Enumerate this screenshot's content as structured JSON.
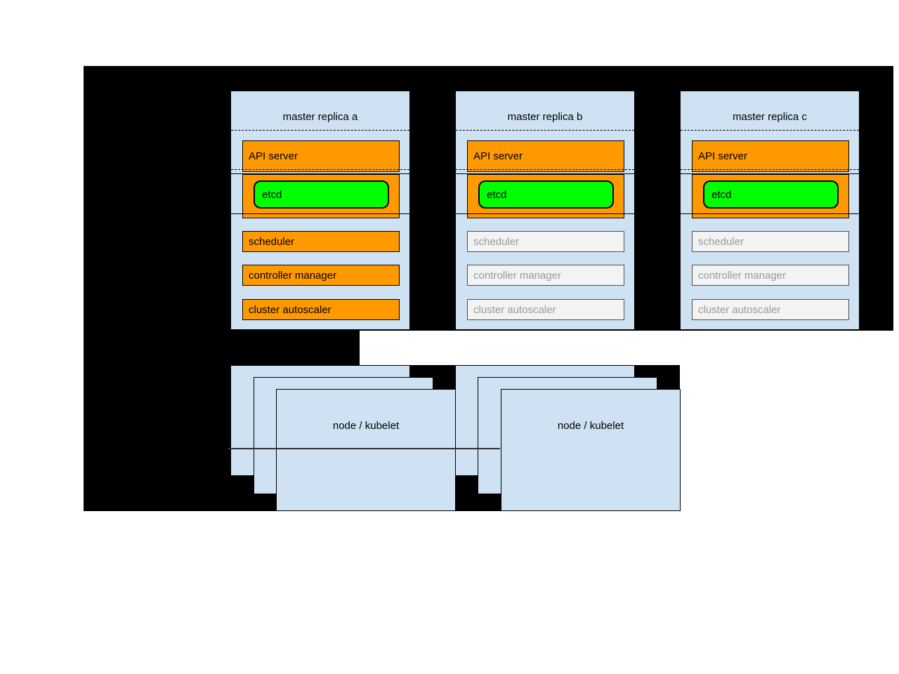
{
  "masters": [
    {
      "title": "master replica a",
      "components": [
        {
          "label": "API server",
          "state": "active"
        },
        {
          "label": "etcd",
          "state": "active"
        },
        {
          "label": "scheduler",
          "state": "active"
        },
        {
          "label": "controller manager",
          "state": "active"
        },
        {
          "label": "cluster autoscaler",
          "state": "active"
        }
      ]
    },
    {
      "title": "master replica b",
      "components": [
        {
          "label": "API server",
          "state": "active"
        },
        {
          "label": "etcd",
          "state": "active"
        },
        {
          "label": "scheduler",
          "state": "inactive"
        },
        {
          "label": "controller manager",
          "state": "inactive"
        },
        {
          "label": "cluster autoscaler",
          "state": "inactive"
        }
      ]
    },
    {
      "title": "master replica c",
      "components": [
        {
          "label": "API server",
          "state": "active"
        },
        {
          "label": "etcd",
          "state": "active"
        },
        {
          "label": "scheduler",
          "state": "inactive"
        },
        {
          "label": "controller manager",
          "state": "inactive"
        },
        {
          "label": "cluster autoscaler",
          "state": "inactive"
        }
      ]
    }
  ],
  "node_stacks": [
    {
      "label": "node / kubelet"
    },
    {
      "label": "node / kubelet"
    }
  ],
  "colors": {
    "canvas": "#000000",
    "container_fill": "#cfe2f3",
    "active_fill": "#ff9900",
    "etcd_fill": "#00ff00",
    "inactive_fill": "#f3f3f3",
    "inactive_text": "#999999"
  }
}
